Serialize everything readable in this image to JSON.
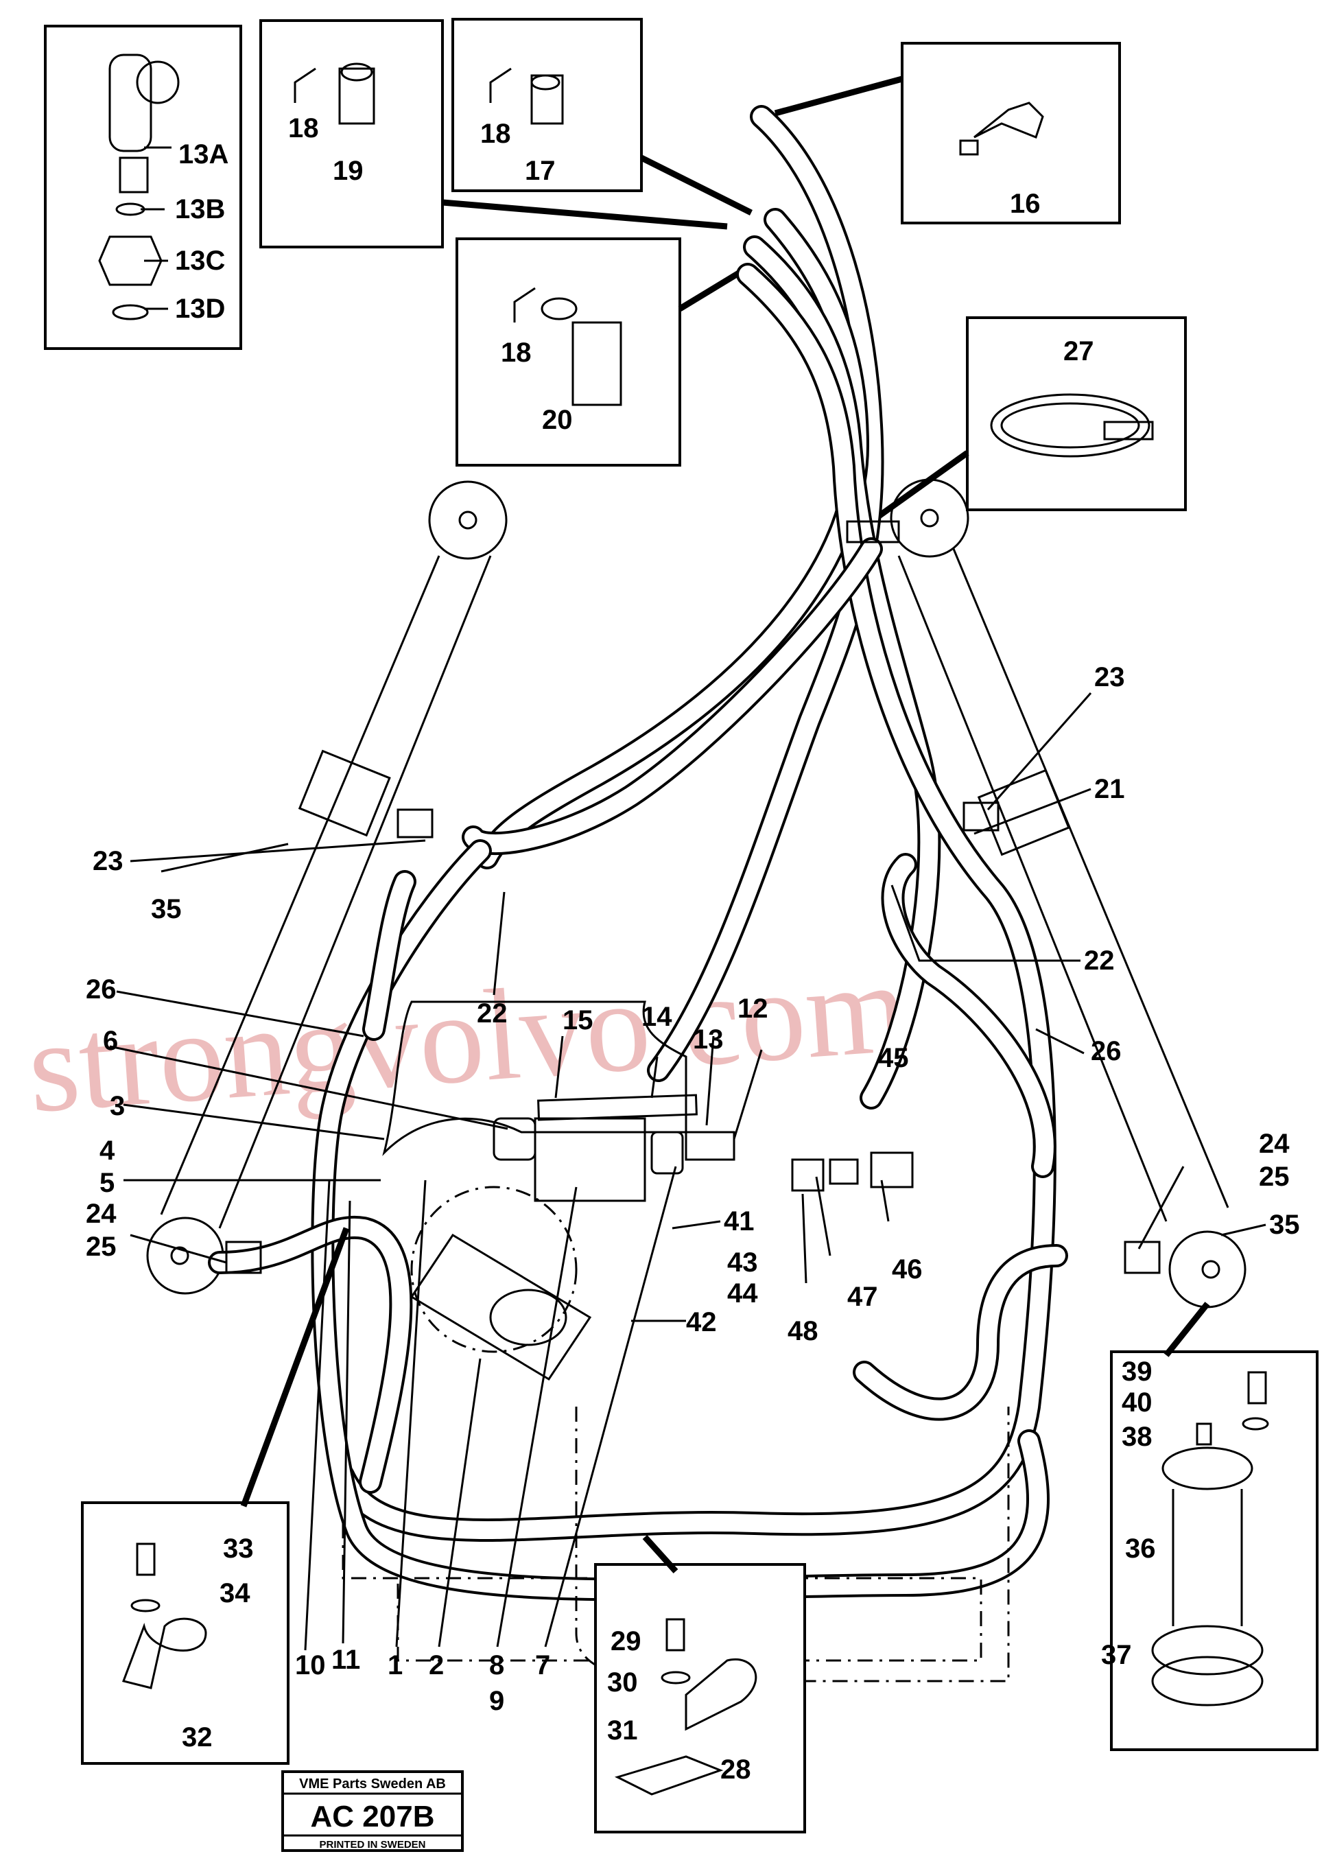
{
  "diagram": {
    "watermark": "strongvolvo.com",
    "stamp": {
      "company": "VME Parts Sweden AB",
      "code": "AC 207B",
      "footer": "PRINTED IN SWEDEN"
    },
    "callouts": [
      "13A",
      "13B",
      "13C",
      "13D",
      "18",
      "19",
      "18",
      "17",
      "16",
      "18",
      "20",
      "27",
      "23",
      "21",
      "23",
      "35",
      "22",
      "22",
      "26",
      "26",
      "15",
      "14",
      "12",
      "13",
      "6",
      "3",
      "45",
      "4",
      "5",
      "24",
      "25",
      "24",
      "25",
      "35",
      "41",
      "43",
      "44",
      "47",
      "46",
      "48",
      "42",
      "39",
      "40",
      "38",
      "36",
      "37",
      "33",
      "34",
      "32",
      "29",
      "30",
      "31",
      "28",
      "10",
      "11",
      "1",
      "2",
      "8",
      "9",
      "7"
    ]
  }
}
